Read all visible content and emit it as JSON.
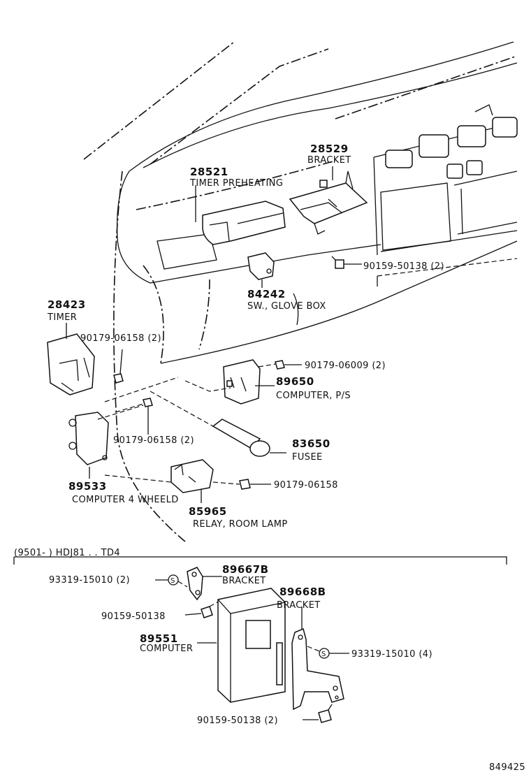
{
  "labels": {
    "p28529": "28529",
    "p28529_desc": "BRACKET",
    "p28521": "28521",
    "p28521_desc": "TIMER PREHEATING",
    "bolt_50138_top": "90159-50138 (2)",
    "p84242": "84242",
    "p84242_desc": "SW., GLOVE BOX",
    "p28423": "28423",
    "p28423_desc": "TIMER",
    "nut_06158_top": "90179-06158 (2)",
    "nut_06009": "90179-06009 (2)",
    "p89650": "89650",
    "p89650_desc": "COMPUTER, P/S",
    "nut_06158_mid": "90179-06158 (2)",
    "p83650": "83650",
    "p83650_desc": "FUSEE",
    "p89533": "89533",
    "nut_06158_single": "90179-06158",
    "p89533_desc": "COMPUTER 4 WHEELD",
    "p85965": "85965",
    "p85965_desc": "RELAY, ROOM LAMP",
    "section_range": "(9501-        ) HDJ81 . . TD4",
    "p89667B": "89667B",
    "p89667B_desc": "BRACKET",
    "screw_15010_2": "93319-15010 (2)",
    "p89668B": "89668B",
    "p89668B_desc": "BRACKET",
    "bolt_50138_single": "90159-50138",
    "p89551": "89551",
    "p89551_desc": "COMPUTER",
    "screw_15010_4": "93319-15010 (4)",
    "bolt_50138_bottom": "90159-50138 (2)",
    "drawing_no": "849425"
  },
  "icons": {
    "screw_marker": "S"
  }
}
